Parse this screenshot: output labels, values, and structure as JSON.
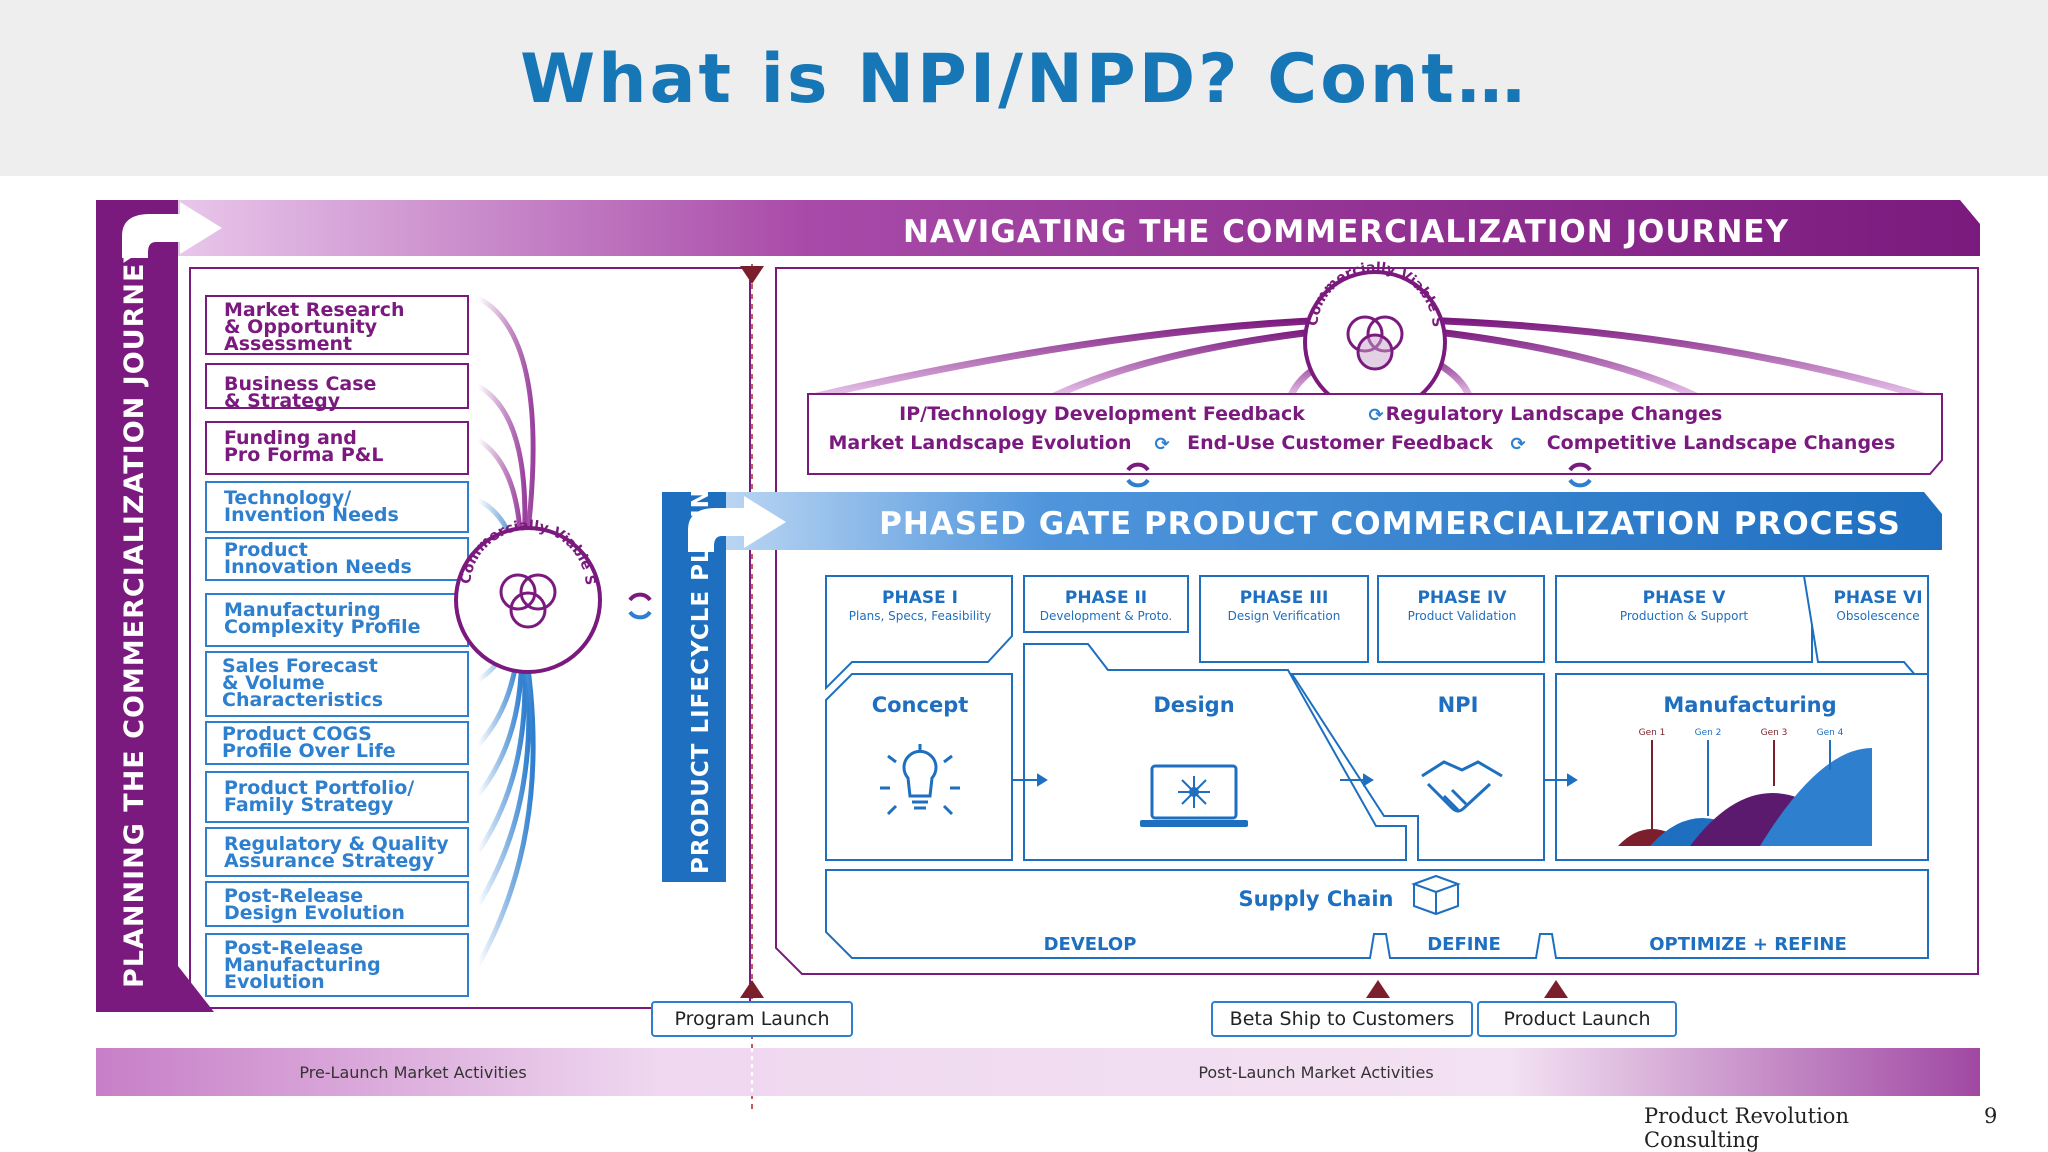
{
  "slide": {
    "title": "What is NPI/NPD? Cont…",
    "footer_company": "Product Revolution Consulting",
    "page_number": "9"
  },
  "colors": {
    "title": "#1776b6",
    "purple": "#7b1a7e",
    "blue": "#1e6fc0",
    "maroon": "#7a1f2b"
  },
  "diagram": {
    "journey_banner": "NAVIGATING THE COMMERCIALIZATION JOURNEY",
    "planning_label": "PLANNING THE COMMERCIALIZATION JOURNEY",
    "lifecycle_label": "PRODUCT LIFECYCLE PLANNING",
    "process_banner": "PHASED GATE PRODUCT COMMERCIALIZATION PROCESS",
    "solution_space": "Commercially Viable Solution Space",
    "planning_items": [
      [
        "Market Research",
        "& Opportunity",
        "Assessment"
      ],
      [
        "Business Case",
        "& Strategy"
      ],
      [
        "Funding and",
        "Pro Forma P&L"
      ],
      [
        "Technology/",
        "Invention Needs"
      ],
      [
        "Product",
        "Innovation Needs"
      ],
      [
        "Manufacturing",
        "Complexity Profile"
      ],
      [
        "Sales Forecast",
        "& Volume",
        "Characteristics"
      ],
      [
        "Product COGS",
        "Profile Over Life"
      ],
      [
        "Product Portfolio/",
        "Family Strategy"
      ],
      [
        "Regulatory & Quality",
        "Assurance Strategy"
      ],
      [
        "Post-Release",
        "Design Evolution"
      ],
      [
        "Post-Release",
        "Manufacturing",
        "Evolution"
      ]
    ],
    "feedback_row1": [
      "IP/Technology Development Feedback",
      "Regulatory Landscape Changes"
    ],
    "feedback_row2": [
      "Market Landscape Evolution",
      "End-Use Customer Feedback",
      "Competitive Landscape Changes"
    ],
    "phases": [
      {
        "name": "PHASE I",
        "sub": "Plans, Specs, Feasibility"
      },
      {
        "name": "PHASE II",
        "sub": "Development & Proto."
      },
      {
        "name": "PHASE III",
        "sub": "Design Verification"
      },
      {
        "name": "PHASE IV",
        "sub": "Product Validation"
      },
      {
        "name": "PHASE V",
        "sub": "Production & Support"
      },
      {
        "name": "PHASE VI",
        "sub": "Obsolescence"
      }
    ],
    "stages": [
      "Concept",
      "Design",
      "NPI",
      "Manufacturing"
    ],
    "generations": [
      "Gen 1",
      "Gen 2",
      "Gen 3",
      "Gen 4"
    ],
    "supply_chain": "Supply Chain",
    "bottom_stages": [
      "DEVELOP",
      "DEFINE",
      "OPTIMIZE + REFINE"
    ],
    "milestones": [
      "Program Launch",
      "Beta Ship to Customers",
      "Product Launch"
    ],
    "market_activities": [
      "Pre-Launch Market Activities",
      "Post-Launch Market Activities"
    ]
  }
}
